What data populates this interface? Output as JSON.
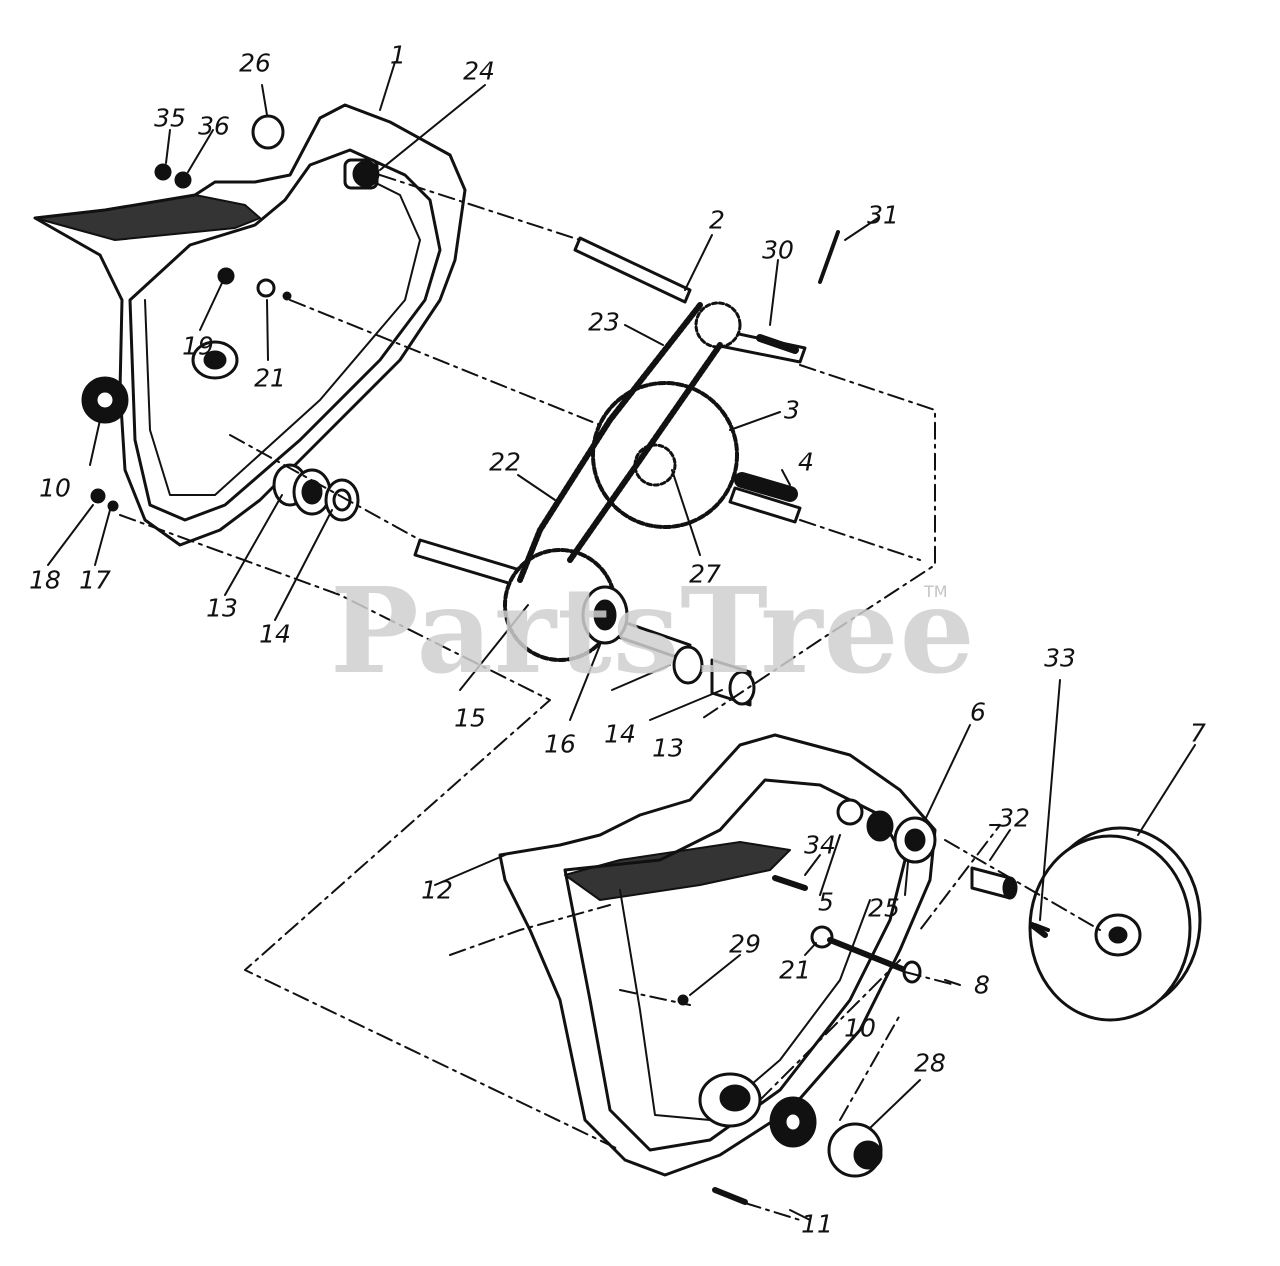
{
  "watermark": {
    "text": "PartsTree",
    "tm": "TM"
  },
  "labels": [
    {
      "id": "1",
      "text": "1"
    },
    {
      "id": "2",
      "text": "2"
    },
    {
      "id": "3",
      "text": "3"
    },
    {
      "id": "4",
      "text": "4"
    },
    {
      "id": "5",
      "text": "5"
    },
    {
      "id": "6",
      "text": "6"
    },
    {
      "id": "7",
      "text": "7"
    },
    {
      "id": "8",
      "text": "8"
    },
    {
      "id": "10a",
      "text": "10"
    },
    {
      "id": "10b",
      "text": "10"
    },
    {
      "id": "11",
      "text": "11"
    },
    {
      "id": "12",
      "text": "12"
    },
    {
      "id": "13a",
      "text": "13"
    },
    {
      "id": "13b",
      "text": "13"
    },
    {
      "id": "14a",
      "text": "14"
    },
    {
      "id": "14b",
      "text": "14"
    },
    {
      "id": "15",
      "text": "15"
    },
    {
      "id": "16",
      "text": "16"
    },
    {
      "id": "17",
      "text": "17"
    },
    {
      "id": "18",
      "text": "18"
    },
    {
      "id": "19",
      "text": "19"
    },
    {
      "id": "21a",
      "text": "21"
    },
    {
      "id": "21b",
      "text": "21"
    },
    {
      "id": "22",
      "text": "22"
    },
    {
      "id": "23",
      "text": "23"
    },
    {
      "id": "24",
      "text": "24"
    },
    {
      "id": "25",
      "text": "25"
    },
    {
      "id": "26",
      "text": "26"
    },
    {
      "id": "27",
      "text": "27"
    },
    {
      "id": "28",
      "text": "28"
    },
    {
      "id": "29",
      "text": "29"
    },
    {
      "id": "30",
      "text": "30"
    },
    {
      "id": "31",
      "text": "31"
    },
    {
      "id": "32",
      "text": "32"
    },
    {
      "id": "33",
      "text": "33"
    },
    {
      "id": "34",
      "text": "34"
    },
    {
      "id": "35",
      "text": "35"
    },
    {
      "id": "36",
      "text": "36"
    }
  ]
}
